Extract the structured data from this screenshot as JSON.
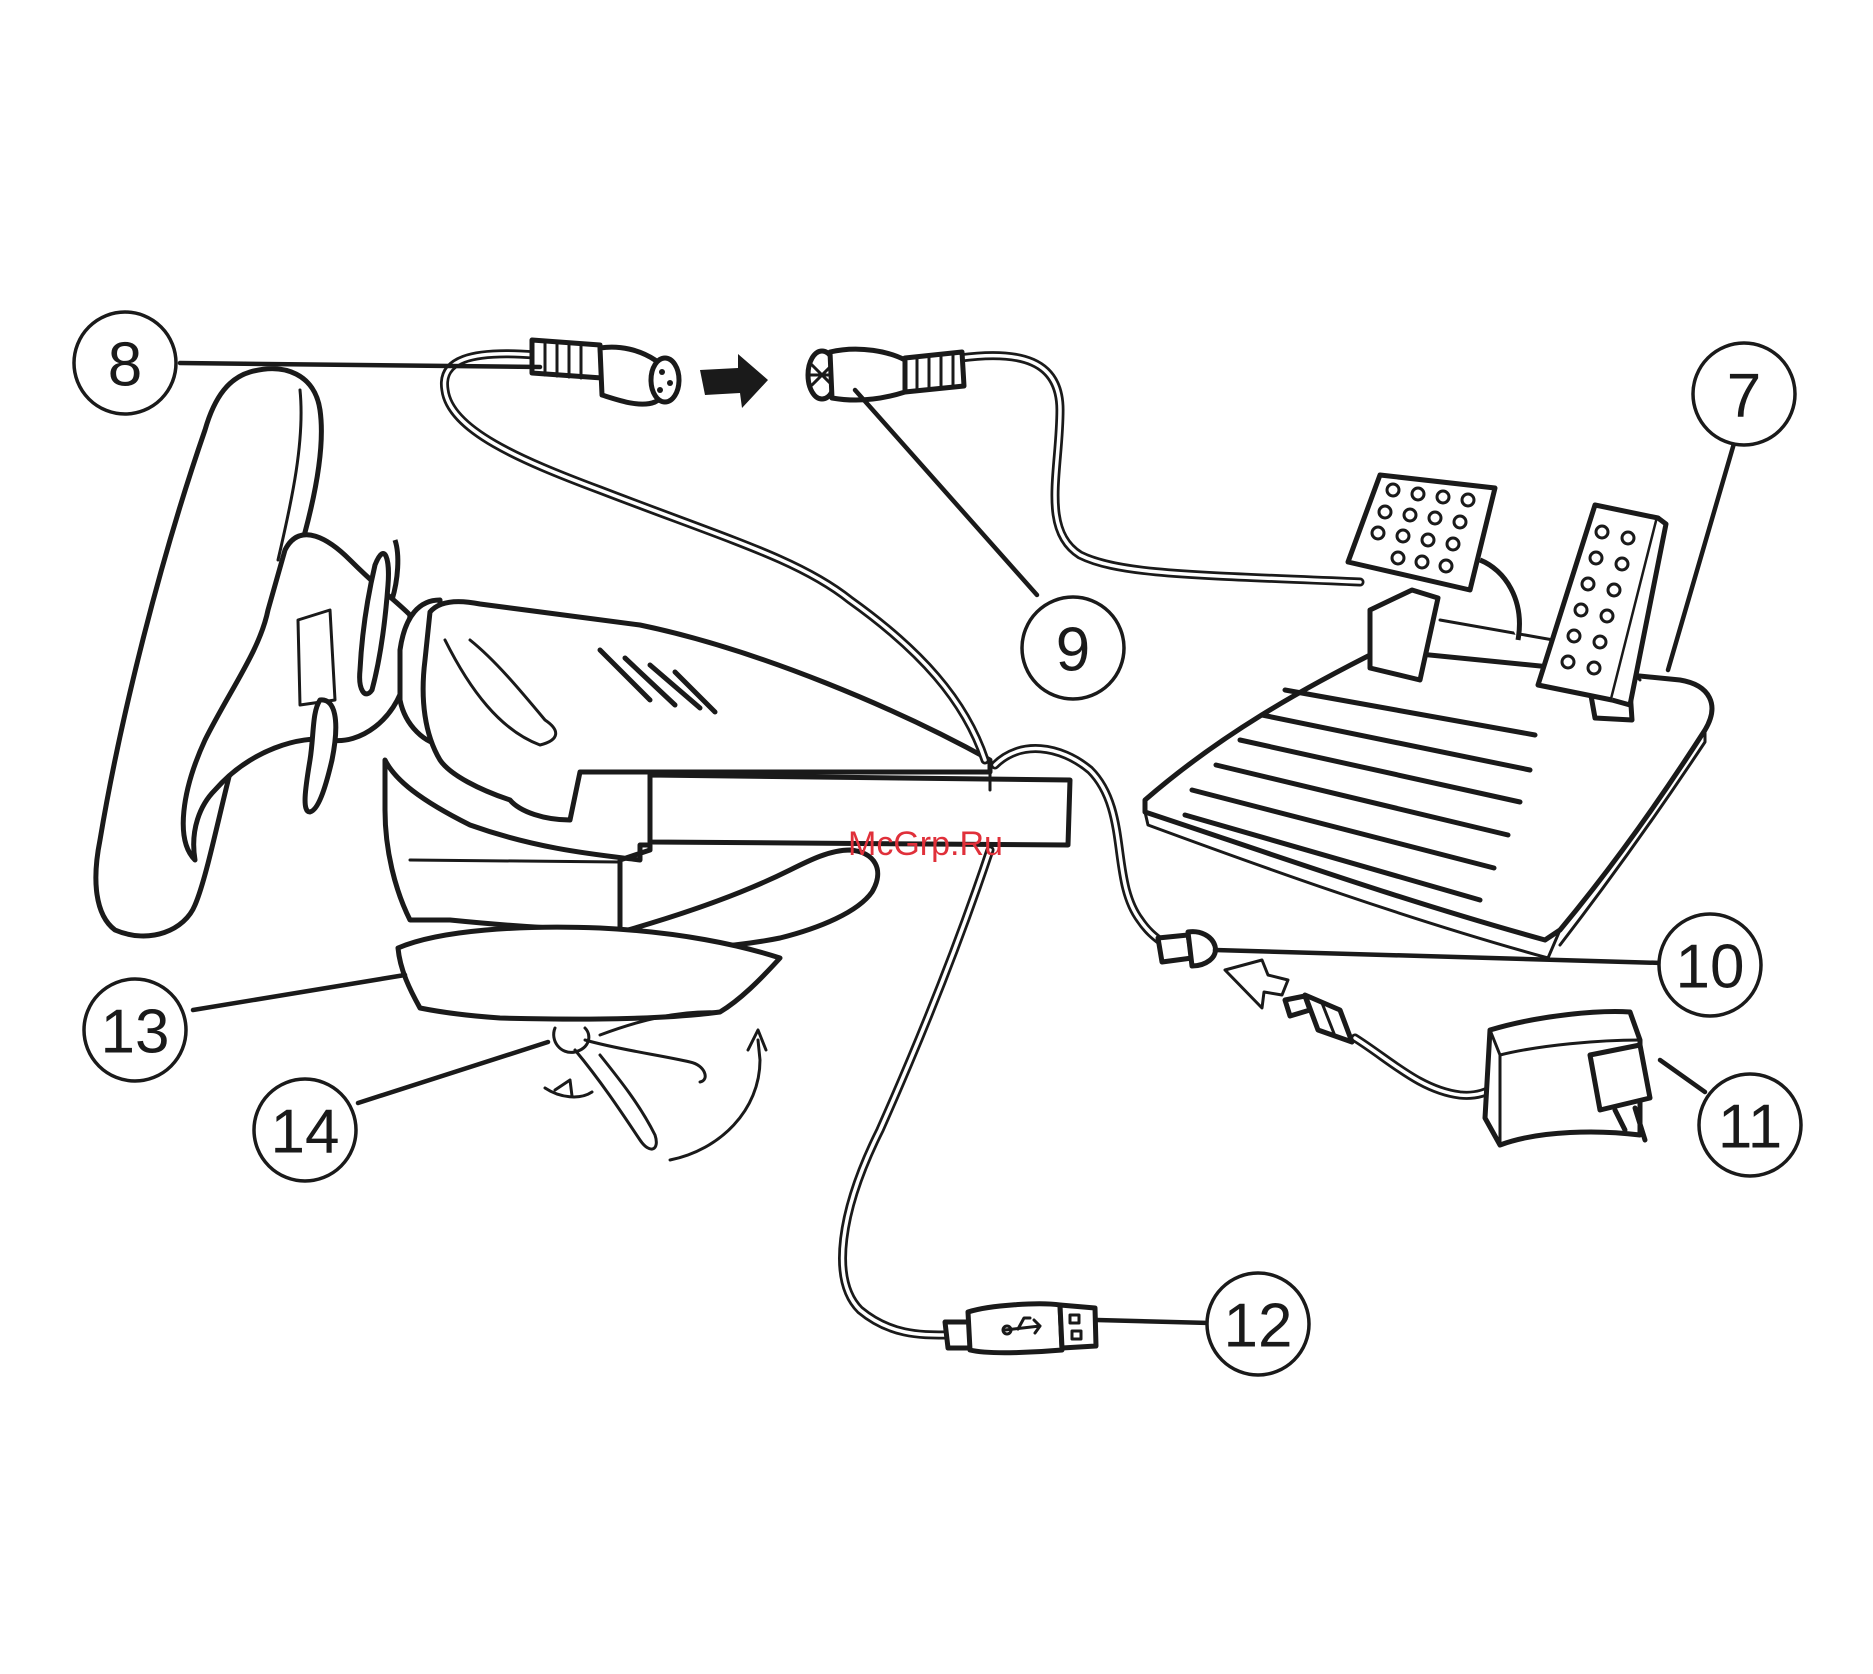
{
  "callouts": [
    {
      "id": "8",
      "label": "8"
    },
    {
      "id": "9",
      "label": "9"
    },
    {
      "id": "7",
      "label": "7"
    },
    {
      "id": "10",
      "label": "10"
    },
    {
      "id": "11",
      "label": "11"
    },
    {
      "id": "12",
      "label": "12"
    },
    {
      "id": "13",
      "label": "13"
    },
    {
      "id": "14",
      "label": "14"
    }
  ],
  "watermark": "McGrp.Ru",
  "colors": {
    "line": "#1a1a1a",
    "watermark": "#e0303a",
    "background": "#ffffff"
  }
}
